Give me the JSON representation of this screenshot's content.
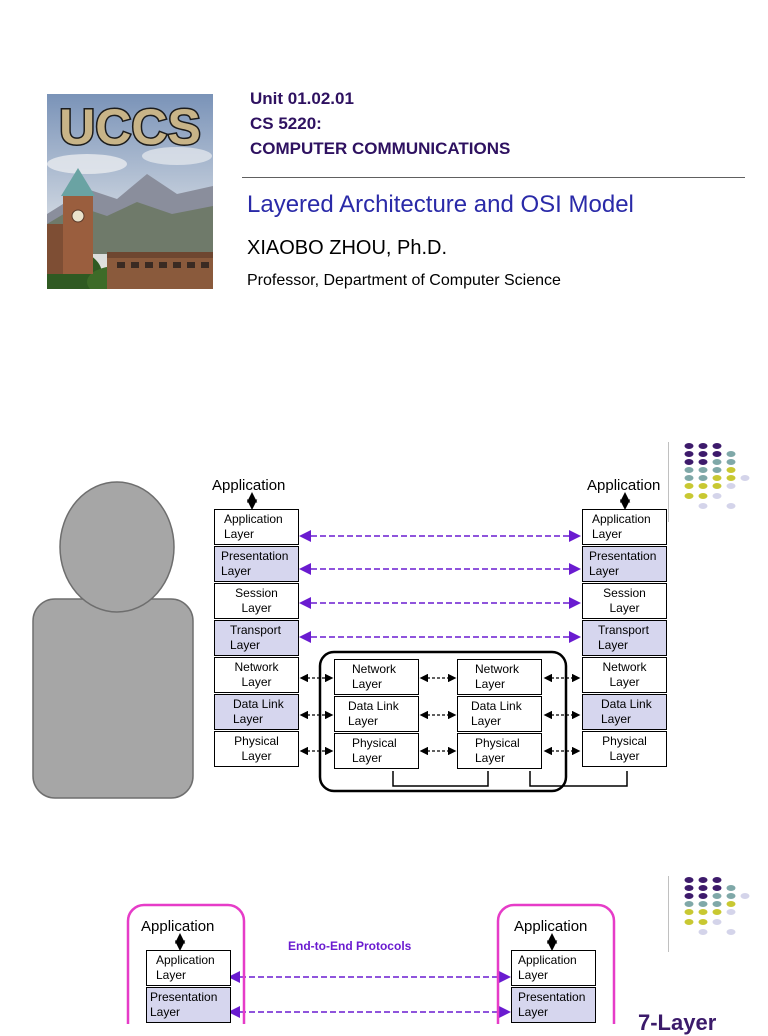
{
  "slide1": {
    "logo_text": "UCCS",
    "unit": "Unit 01.02.01",
    "course": "CS 5220:",
    "course_name": "COMPUTER COMMUNICATIONS",
    "title": "Layered Architecture and OSI Model",
    "author": "XIAOBO ZHOU, Ph.D.",
    "position": "Professor, Department of Computer Science"
  },
  "slide2": {
    "app_left": "Application",
    "app_right": "Application",
    "layers_left": [
      {
        "line1": "Application",
        "line2": "Layer"
      },
      {
        "line1": "Presentation",
        "line2": "Layer"
      },
      {
        "line1": "Session",
        "line2": "Layer"
      },
      {
        "line1": "Transport",
        "line2": "Layer"
      },
      {
        "line1": "Network",
        "line2": "Layer"
      },
      {
        "line1": "Data Link",
        "line2": "Layer"
      },
      {
        "line1": "Physical",
        "line2": "Layer"
      }
    ],
    "layers_right": [
      {
        "line1": "Application",
        "line2": "Layer"
      },
      {
        "line1": "Presentation",
        "line2": "Layer"
      },
      {
        "line1": "Session",
        "line2": "Layer"
      },
      {
        "line1": "Transport",
        "line2": "Layer"
      },
      {
        "line1": "Network",
        "line2": "Layer"
      },
      {
        "line1": "Data Link",
        "line2": "Layer"
      },
      {
        "line1": "Physical",
        "line2": "Layer"
      }
    ],
    "middle_a": [
      {
        "line1": "Network",
        "line2": "Layer"
      },
      {
        "line1": "Data Link",
        "line2": "Layer"
      },
      {
        "line1": "Physical",
        "line2": "Layer"
      }
    ],
    "middle_b": [
      {
        "line1": "Network",
        "line2": "Layer"
      },
      {
        "line1": "Data Link",
        "line2": "Layer"
      },
      {
        "line1": "Physical",
        "line2": "Layer"
      }
    ]
  },
  "slide3": {
    "app_left": "Application",
    "app_right": "Application",
    "protocols_label": "End-to-End Protocols",
    "layers_left": [
      {
        "line1": "Application",
        "line2": "Layer"
      },
      {
        "line1": "Presentation",
        "line2": "Layer"
      }
    ],
    "layers_right": [
      {
        "line1": "Application",
        "line2": "Layer"
      },
      {
        "line1": "Presentation",
        "line2": "Layer"
      }
    ],
    "side_title": "7-Layer"
  },
  "colors": {
    "title_purple": "#2e1160",
    "subtitle_blue": "#2a2aa8",
    "arrow_purple": "#6a1bd0",
    "layer_shade": "#d6d6ee",
    "frame_pink": "#e63cc8",
    "placeholder_gray": "#a6a6a6",
    "dot_purple": "#3d1a6b",
    "dot_teal": "#7fa8a8",
    "dot_yellow": "#c8c832",
    "dot_lavender": "#d4d4ea"
  }
}
